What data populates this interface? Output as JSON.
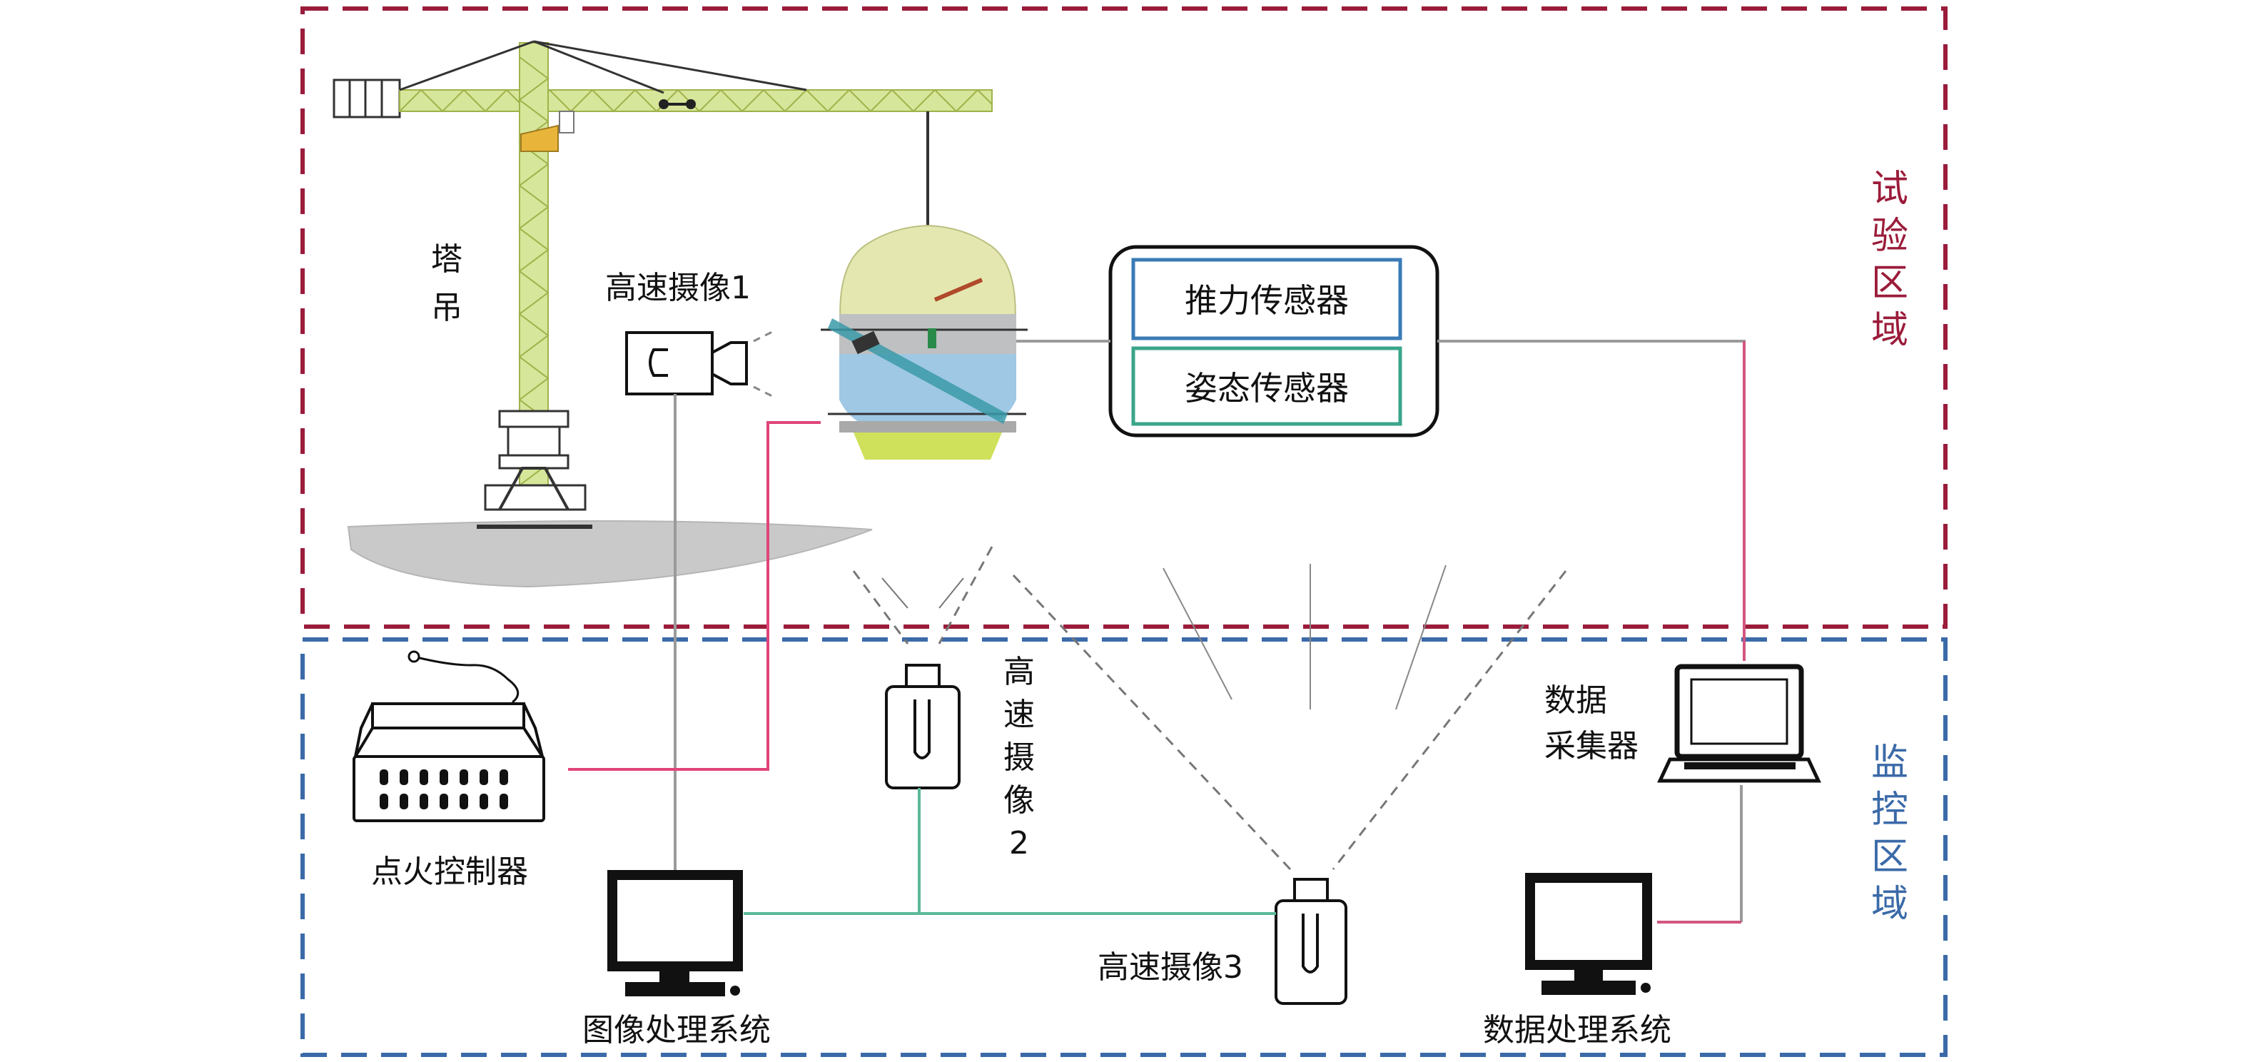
{
  "zones": {
    "test_area": {
      "label_chars": [
        "试",
        "验",
        "区",
        "域"
      ],
      "color": "#9b1c3a"
    },
    "monitor_area": {
      "label_chars": [
        "监",
        "控",
        "区",
        "域"
      ],
      "color": "#3b6aa8"
    }
  },
  "labels": {
    "tower_crane": [
      "塔",
      "吊"
    ],
    "camera1": "高速摄像1",
    "camera2": [
      "高",
      "速",
      "摄",
      "像",
      "2"
    ],
    "camera3": "高速摄像3",
    "thrust_sensor": "推力传感器",
    "attitude_sensor": "姿态传感器",
    "ignition_controller": "点火控制器",
    "image_processing": "图像处理系统",
    "data_collector": [
      "数据",
      "采集器"
    ],
    "data_processing": "数据处理系统"
  },
  "colors": {
    "red_line": "#e0457a",
    "green_line": "#5ab99a",
    "gray_line": "#9a9a9a",
    "pink_line": "#d2567f",
    "sensor_blue": "#3a7bb6",
    "sensor_green": "#3aa58a",
    "crane": "#d6e69a"
  }
}
